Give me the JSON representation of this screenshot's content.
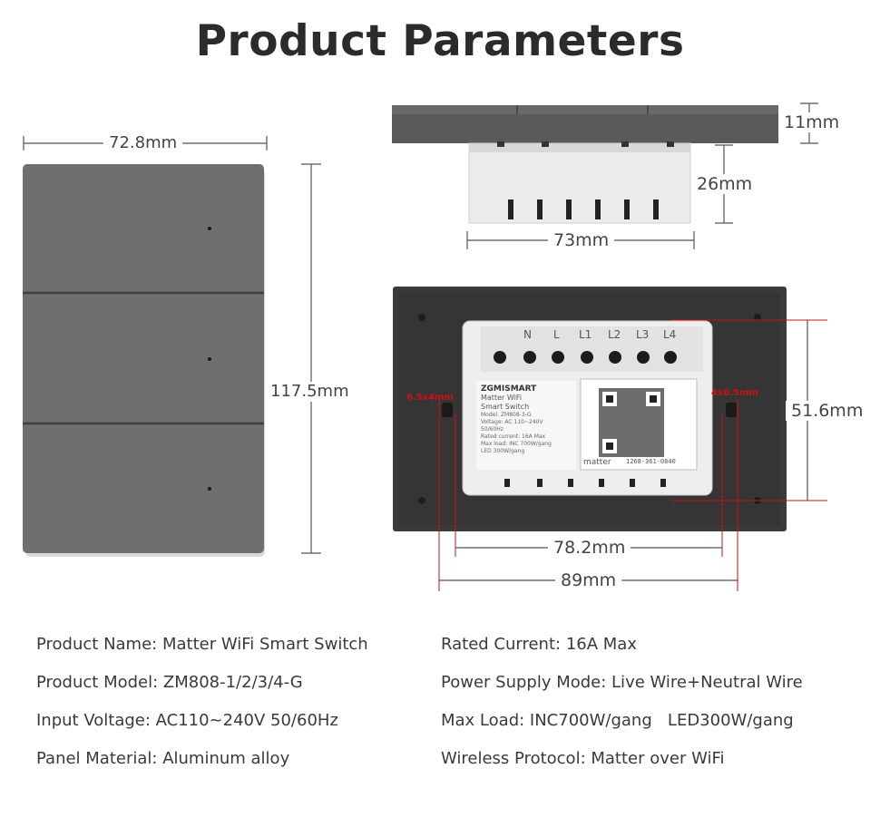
{
  "title": "Product Parameters",
  "dimensions": {
    "front_width": "72.8mm",
    "front_height": "117.5mm",
    "side_panel_thickness": "11mm",
    "side_body_depth": "26mm",
    "side_body_width": "73mm",
    "back_hole_height": "51.6mm",
    "back_hole_spacing": "78.2mm",
    "back_total_width": "89mm",
    "left_hole_size": "6.5x4mm",
    "right_hole_size": "4x6.5mm"
  },
  "module": {
    "terminals": [
      "N",
      "L",
      "L1",
      "L2",
      "L3",
      "L4"
    ],
    "brand": "ZGMISMART",
    "label_lines": [
      "Matter WiFi",
      "Smart Switch",
      "Model: ZM808-3-G",
      "Voltage: AC 110~240V",
      "50/60Hz",
      "Rated current: 16A Max",
      "Max load: INC 700W/gang",
      "LED 300W/gang"
    ],
    "matter_logo": "matter",
    "qr_code_text": "1268-361-0840"
  },
  "specs_left": [
    "Product Name: Matter WiFi Smart Switch",
    "Product Model: ZM808-1/2/3/4-G",
    "Input Voltage: AC110~240V 50/60Hz",
    "Panel Material: Aluminum alloy"
  ],
  "specs_right": [
    "Rated Current: 16A Max",
    "Power Supply Mode: Live Wire+Neutral Wire",
    "Max Load: INC700W/gang   LED300W/gang",
    "Wireless Protocol: Matter over WiFi"
  ],
  "colors": {
    "panel_gray": "#6f6f6f",
    "back_dark": "#3a3a3a",
    "red_dim": "#cc1111"
  }
}
